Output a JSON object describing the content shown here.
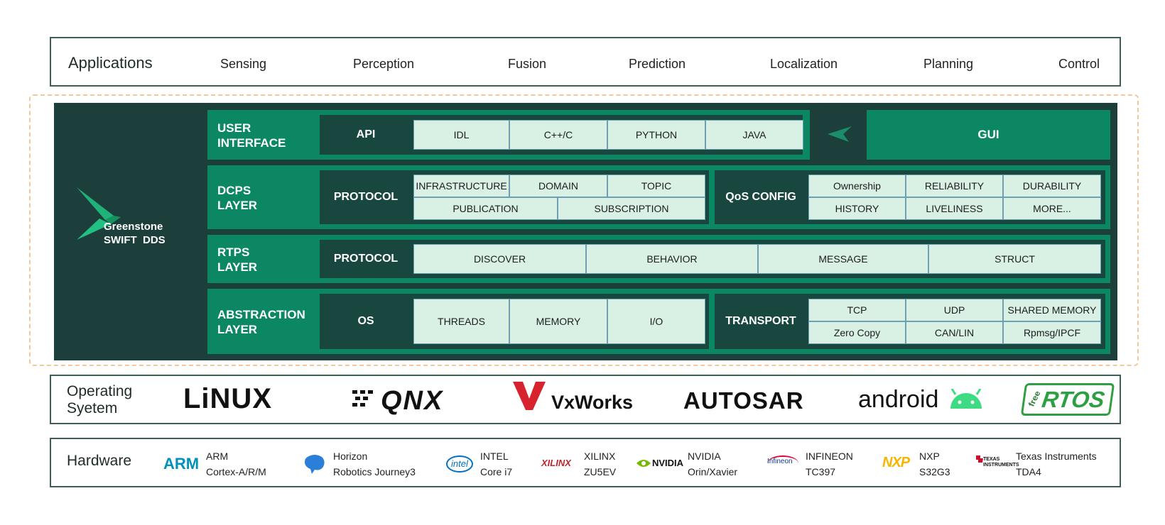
{
  "applications": {
    "title": "Applications",
    "items": [
      "Sensing",
      "Perception",
      "Fusion",
      "Prediction",
      "Localization",
      "Planning",
      "Control"
    ]
  },
  "brand": {
    "line1": "Greenstone",
    "line2": "SWIFT  DDS"
  },
  "user_interface": {
    "title_line1": "USER",
    "title_line2": "INTERFACE",
    "api_label": "API",
    "items": [
      "IDL",
      "C++/C",
      "PYTHON",
      "JAVA"
    ],
    "gui_label": "GUI"
  },
  "dcps": {
    "title_line1": "DCPS",
    "title_line2": "LAYER",
    "protocol_label": "PROTOCOL",
    "row1": [
      "INFRASTRUCTURE",
      "DOMAIN",
      "TOPIC"
    ],
    "row2": [
      "PUBLICATION",
      "SUBSCRIPTION"
    ],
    "qos_label": "QoS CONFIG",
    "qos_row1": [
      "Ownership",
      "RELIABILITY",
      "DURABILITY"
    ],
    "qos_row2": [
      "HISTORY",
      "LIVELINESS",
      "MORE..."
    ]
  },
  "rtps": {
    "title_line1": "RTPS",
    "title_line2": "LAYER",
    "protocol_label": "PROTOCOL",
    "items": [
      "DISCOVER",
      "BEHAVIOR",
      "MESSAGE",
      "STRUCT"
    ]
  },
  "abstraction": {
    "title_line1": "ABSTRACTION",
    "title_line2": "LAYER",
    "os_label": "OS",
    "os_items": [
      "THREADS",
      "MEMORY",
      "I/O"
    ],
    "transport_label": "TRANSPORT",
    "transport_row1": [
      "TCP",
      "UDP",
      "SHARED MEMORY"
    ],
    "transport_row2": [
      "Zero Copy",
      "CAN/LIN",
      "Rpmsg/IPCF"
    ]
  },
  "operating_system": {
    "title_line1": "Operating",
    "title_line2": "Syetem",
    "logos": [
      "LiNUX",
      "QNX",
      "VxWorks",
      "AUTOSAR",
      "android",
      "RTOS"
    ],
    "logo_small": {
      "free": "free"
    }
  },
  "hardware": {
    "title": "Hardware",
    "items": [
      {
        "logo": "ARM",
        "line1": "ARM",
        "line2": "Cortex-A/R/M"
      },
      {
        "logo": "",
        "line1": "Horizon",
        "line2": "Robotics Journey3"
      },
      {
        "logo": "intel",
        "line1": "INTEL",
        "line2": "Core i7"
      },
      {
        "logo": "XILINX",
        "line1": "XILINX",
        "line2": "ZU5EV"
      },
      {
        "logo": "NVIDIA",
        "line1": "NVIDIA",
        "line2": "Orin/Xavier"
      },
      {
        "logo": "Infineon",
        "line1": "INFINEON",
        "line2": "TC397"
      },
      {
        "logo": "NXP",
        "line1": "NXP",
        "line2": "S32G3"
      },
      {
        "logo": "TEXAS INSTRUMENTS",
        "line1": "Texas Instruments",
        "line2": "TDA4"
      }
    ]
  },
  "colors": {
    "panel": "#1c3f3c",
    "row": "#0c8763",
    "dark_box": "#17473f",
    "cell": "#d8f1e4",
    "border": "#3f5e56",
    "dash": "#f6c79a"
  }
}
